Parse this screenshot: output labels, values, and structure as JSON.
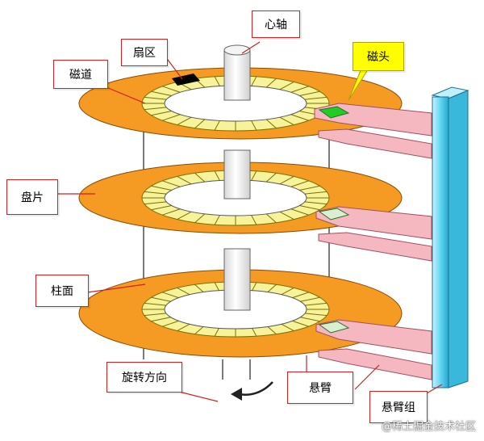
{
  "labels": {
    "spindle": "心轴",
    "sector": "扇区",
    "track": "磁道",
    "head": "磁头",
    "platter": "盘片",
    "cylinder": "柱面",
    "rotation": "旋转方向",
    "arm": "悬臂",
    "arm_assembly": "悬臂组"
  },
  "watermark": "@稀土掘金技术社区",
  "colors": {
    "platter": "#f59a23",
    "track": "#f6f39a",
    "hub": "#ffffff",
    "spindle": "#f2f2f2",
    "arm": "#f5b8c0",
    "arm_assembly": "#5ed8f4",
    "head_active": "#22cc22",
    "head_inactive": "#d8f0d0",
    "sector_marked": "#000000",
    "callout_border": "#d02020",
    "head_callout": "#ffff00"
  }
}
